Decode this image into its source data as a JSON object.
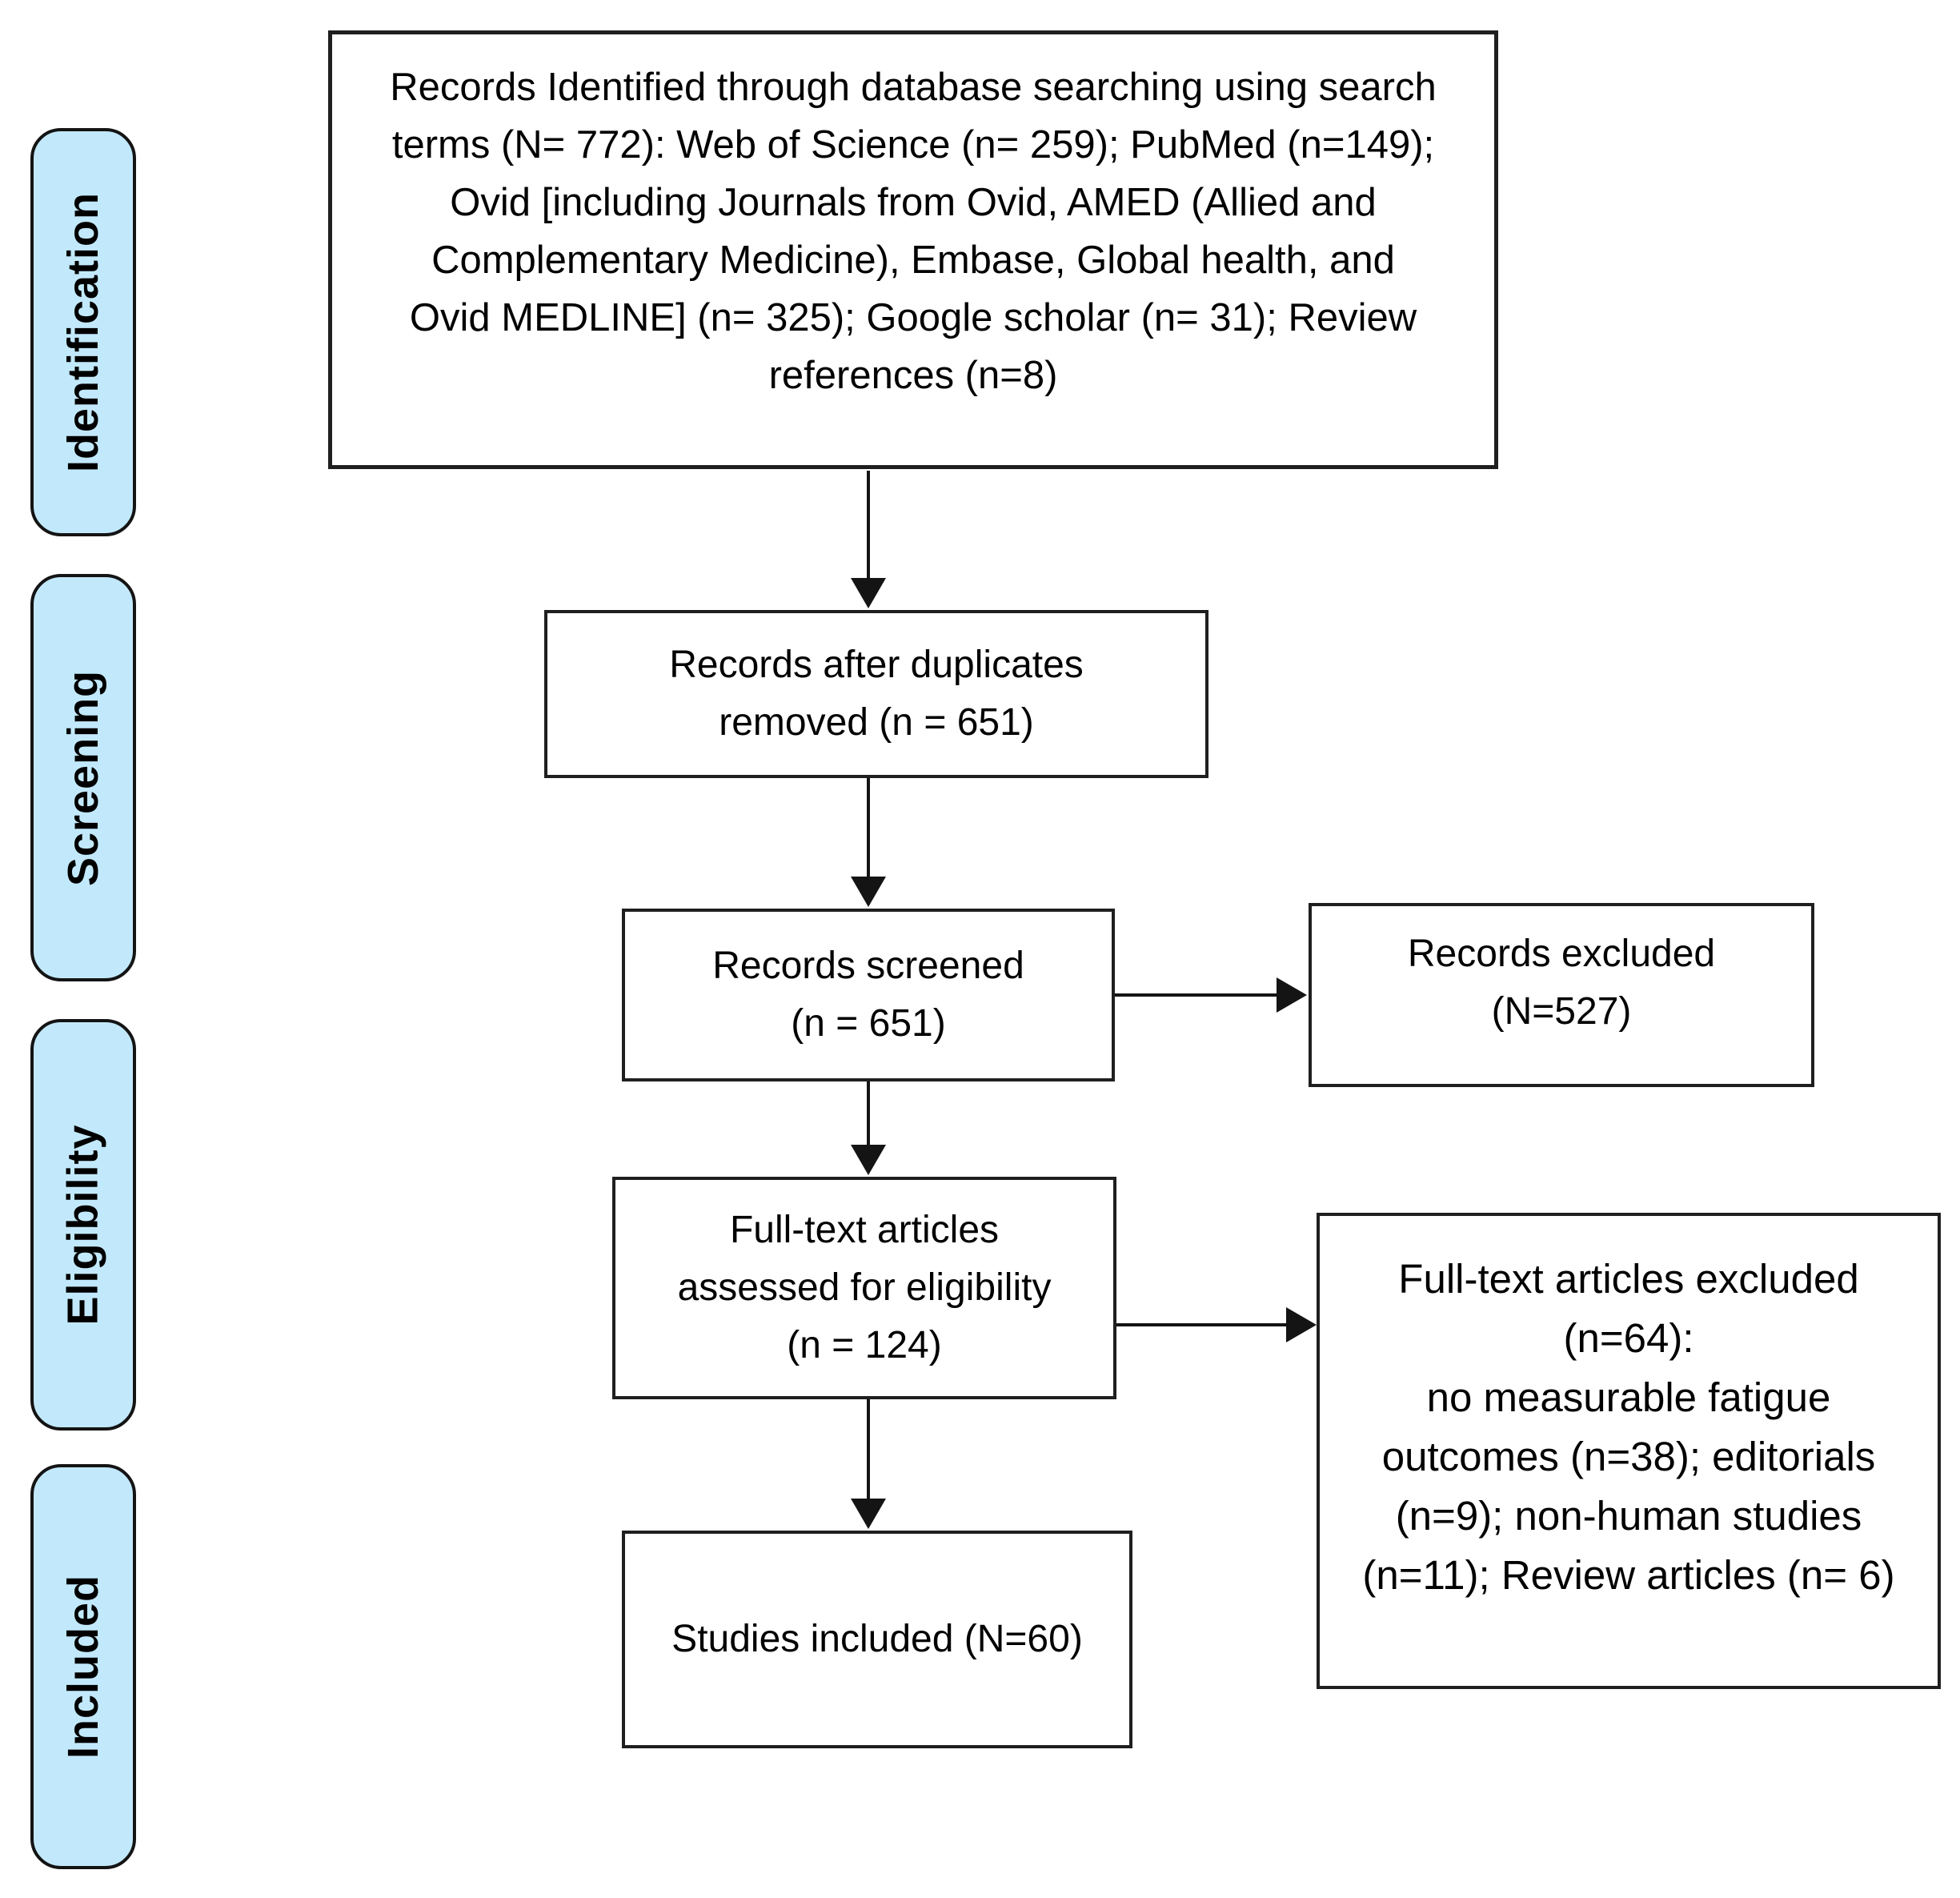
{
  "sidebar": {
    "fill_color": "#c2e9fb",
    "stages": [
      {
        "label": "Identification"
      },
      {
        "label": "Screening"
      },
      {
        "label": "Eligibility"
      },
      {
        "label": "Included"
      }
    ]
  },
  "flow": {
    "identified": {
      "lines": [
        "Records Identified through database searching using search",
        "terms (N= 772): Web of Science (n= 259); PubMed (n=149);",
        "Ovid [including Journals from Ovid, AMED (Allied and",
        "Complementary Medicine), Embase, Global health, and",
        "Ovid MEDLINE] (n= 325); Google scholar (n= 31); Review",
        "references (n=8)"
      ]
    },
    "duplicates_removed": {
      "lines": [
        "Records after duplicates",
        "removed (n = 651)"
      ]
    },
    "screened": {
      "lines": [
        "Records screened",
        "(n = 651)"
      ]
    },
    "records_excluded": {
      "lines": [
        "Records excluded",
        "(N=527)"
      ]
    },
    "fulltext_assessed": {
      "lines": [
        "Full-text articles",
        "assessed for eligibility",
        "(n = 124)"
      ]
    },
    "fulltext_excluded": {
      "lines": [
        "Full-text articles excluded",
        "(n=64):",
        "no measurable fatigue",
        "outcomes (n=38); editorials",
        "(n=9); non-human studies",
        "(n=11); Review articles (n= 6)"
      ]
    },
    "studies_included": {
      "lines": [
        "Studies included (N=60)"
      ]
    }
  }
}
